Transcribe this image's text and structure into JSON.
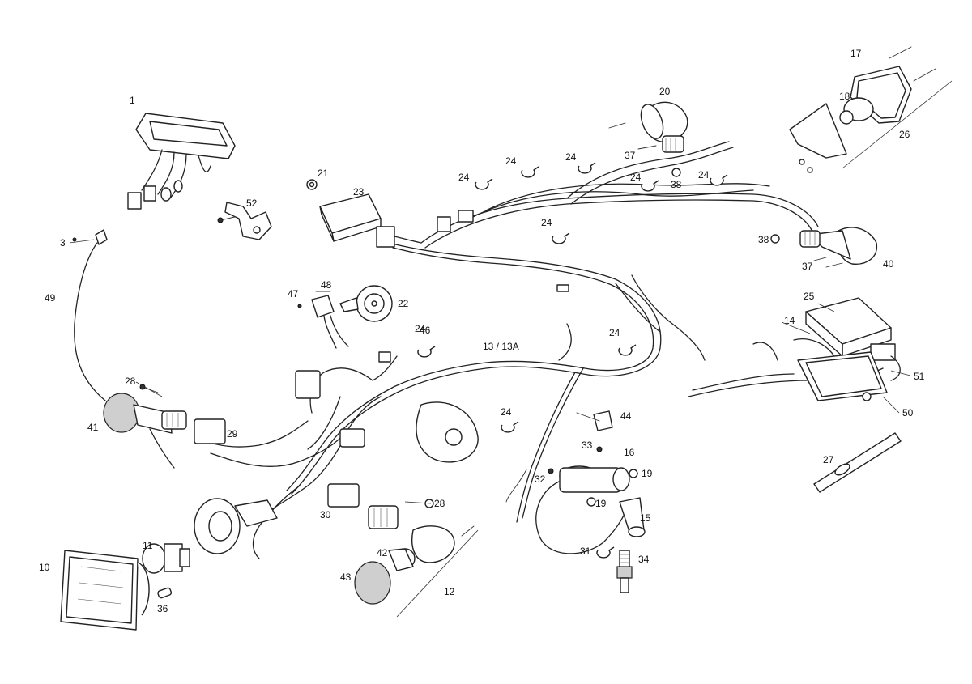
{
  "diagram": {
    "callouts": [
      {
        "id": "c1",
        "text": "1"
      },
      {
        "id": "c3",
        "text": "3"
      },
      {
        "id": "c10",
        "text": "10"
      },
      {
        "id": "c11",
        "text": "11"
      },
      {
        "id": "c12",
        "text": "12"
      },
      {
        "id": "c13",
        "text": "13 / 13A"
      },
      {
        "id": "c14",
        "text": "14"
      },
      {
        "id": "c15",
        "text": "15"
      },
      {
        "id": "c16",
        "text": "16"
      },
      {
        "id": "c17",
        "text": "17"
      },
      {
        "id": "c18",
        "text": "18"
      },
      {
        "id": "c19a",
        "text": "19"
      },
      {
        "id": "c19b",
        "text": "19"
      },
      {
        "id": "c20",
        "text": "20"
      },
      {
        "id": "c21",
        "text": "21"
      },
      {
        "id": "c22",
        "text": "22"
      },
      {
        "id": "c23",
        "text": "23"
      },
      {
        "id": "c24a",
        "text": "24"
      },
      {
        "id": "c24b",
        "text": "24"
      },
      {
        "id": "c24c",
        "text": "24"
      },
      {
        "id": "c24d",
        "text": "24"
      },
      {
        "id": "c24e",
        "text": "24"
      },
      {
        "id": "c24f",
        "text": "24"
      },
      {
        "id": "c24g",
        "text": "24"
      },
      {
        "id": "c24h",
        "text": "24"
      },
      {
        "id": "c24i",
        "text": "24"
      },
      {
        "id": "c25",
        "text": "25"
      },
      {
        "id": "c26",
        "text": "26"
      },
      {
        "id": "c27",
        "text": "27"
      },
      {
        "id": "c28a",
        "text": "28"
      },
      {
        "id": "c28b",
        "text": "28"
      },
      {
        "id": "c29",
        "text": "29"
      },
      {
        "id": "c30",
        "text": "30"
      },
      {
        "id": "c31",
        "text": "31"
      },
      {
        "id": "c32",
        "text": "32"
      },
      {
        "id": "c33",
        "text": "33"
      },
      {
        "id": "c34",
        "text": "34"
      },
      {
        "id": "c36",
        "text": "36"
      },
      {
        "id": "c37a",
        "text": "37"
      },
      {
        "id": "c37b",
        "text": "37"
      },
      {
        "id": "c38a",
        "text": "38"
      },
      {
        "id": "c38b",
        "text": "38"
      },
      {
        "id": "c40",
        "text": "40"
      },
      {
        "id": "c41",
        "text": "41"
      },
      {
        "id": "c42",
        "text": "42"
      },
      {
        "id": "c43",
        "text": "43"
      },
      {
        "id": "c44",
        "text": "44"
      },
      {
        "id": "c46",
        "text": "46"
      },
      {
        "id": "c47",
        "text": "47"
      },
      {
        "id": "c48",
        "text": "48"
      },
      {
        "id": "c49",
        "text": "49"
      },
      {
        "id": "c50",
        "text": "50"
      },
      {
        "id": "c51",
        "text": "51"
      },
      {
        "id": "c52",
        "text": "52"
      }
    ]
  }
}
